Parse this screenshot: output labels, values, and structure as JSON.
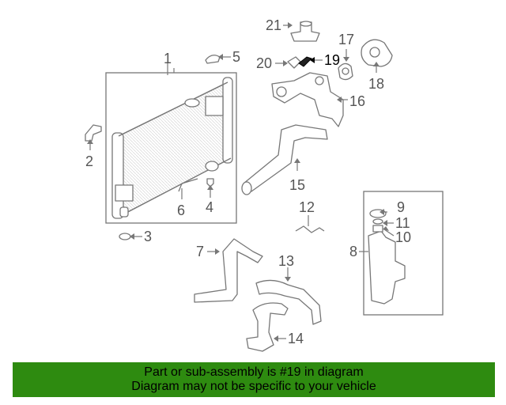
{
  "callouts": {
    "c1": "1",
    "c2": "2",
    "c3": "3",
    "c4": "4",
    "c5": "5",
    "c6": "6",
    "c7": "7",
    "c8": "8",
    "c9": "9",
    "c10": "10",
    "c11": "11",
    "c12": "12",
    "c13": "13",
    "c14": "14",
    "c15": "15",
    "c16": "16",
    "c17": "17",
    "c18": "18",
    "c19": "19",
    "c20": "20",
    "c21": "21"
  },
  "highlighted_part": "19",
  "banner": {
    "line1": "Part or sub-assembly is #19 in diagram",
    "line2": "Diagram may not be specific to your vehicle",
    "color": "#2e8b10"
  }
}
